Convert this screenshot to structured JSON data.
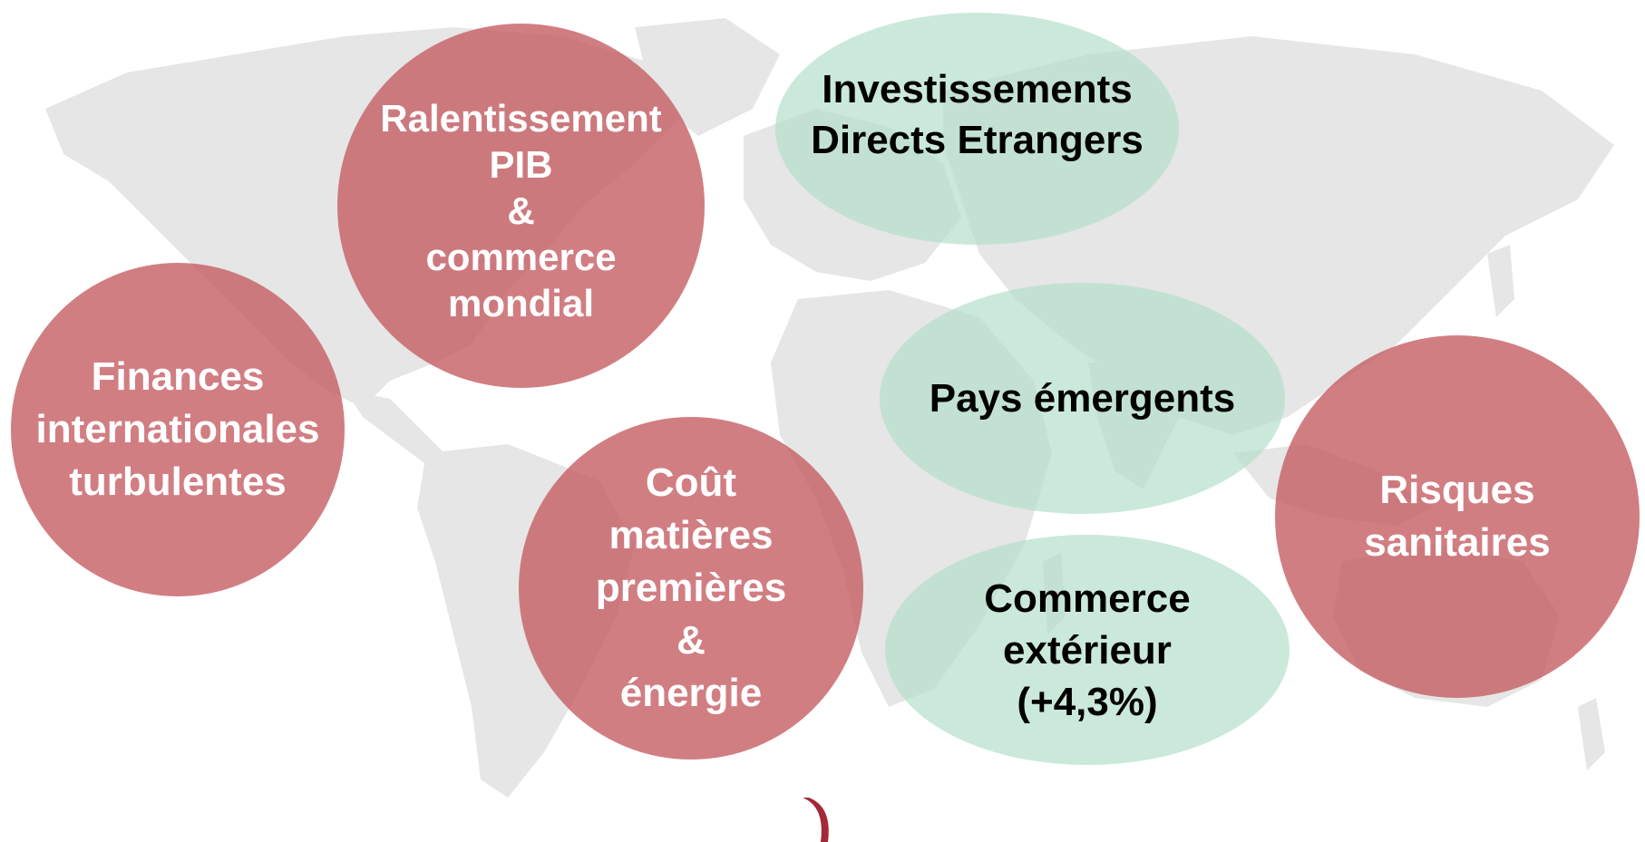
{
  "colors": {
    "risk_bubble": "#c45a60",
    "opportunity_bubble": "#b2dec8",
    "map_land": "#e6e6e6",
    "risk_text": "#ffffff",
    "opportunity_text": "#000000",
    "accent": "#a3283a"
  },
  "bubbles": {
    "ralentissement": {
      "lines": [
        "Ralentissement",
        "PIB",
        "&",
        "commerce",
        "mondial"
      ]
    },
    "finances": {
      "lines": [
        "Finances",
        "internationales",
        "turbulentes"
      ]
    },
    "cout": {
      "lines": [
        "Coût",
        "matières",
        "premières",
        "&",
        "énergie"
      ]
    },
    "ide": {
      "lines": [
        "Investissements",
        "Directs Etrangers"
      ]
    },
    "pays_emergents": {
      "lines": [
        "Pays émergents"
      ]
    },
    "commerce_exterieur": {
      "lines": [
        "Commerce",
        "extérieur",
        "(+4,3%)"
      ]
    },
    "risques": {
      "lines": [
        "Risques",
        "sanitaires"
      ]
    }
  }
}
